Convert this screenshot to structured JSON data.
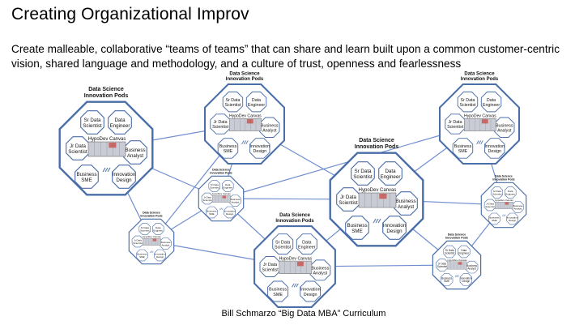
{
  "slide": {
    "title": "Creating Organizational Improv",
    "subtitle": "Create malleable, collaborative “teams of teams” that can share and learn built upon a common customer-centric vision, shared language and methodology, and a culture of trust, openness and fearlessness",
    "footer": "Bill Schmarzo “Big Data MBA” Curriculum"
  },
  "pod": {
    "title_line1": "Data Science",
    "title_line2": "Innovation Pods",
    "canvas_label": "HypoDev Canvas",
    "roles": [
      {
        "key": "sr",
        "line1": "Sr Data",
        "line2": "Scientist"
      },
      {
        "key": "de",
        "line1": "Data",
        "line2": "Engineer"
      },
      {
        "key": "jr",
        "line1": "Jr Data",
        "line2": "Scientist"
      },
      {
        "key": "ba",
        "line1": "Business",
        "line2": "Analyst"
      },
      {
        "key": "sme",
        "line1": "Business",
        "line2": "SME"
      },
      {
        "key": "id",
        "line1": "Innovation",
        "line2": "Design"
      }
    ]
  },
  "colors": {
    "outline": "#4a6ea8",
    "connector": "#6f8fd0",
    "canvas_fill": "#c9ccd4",
    "canvas_red": "#c8423a"
  }
}
